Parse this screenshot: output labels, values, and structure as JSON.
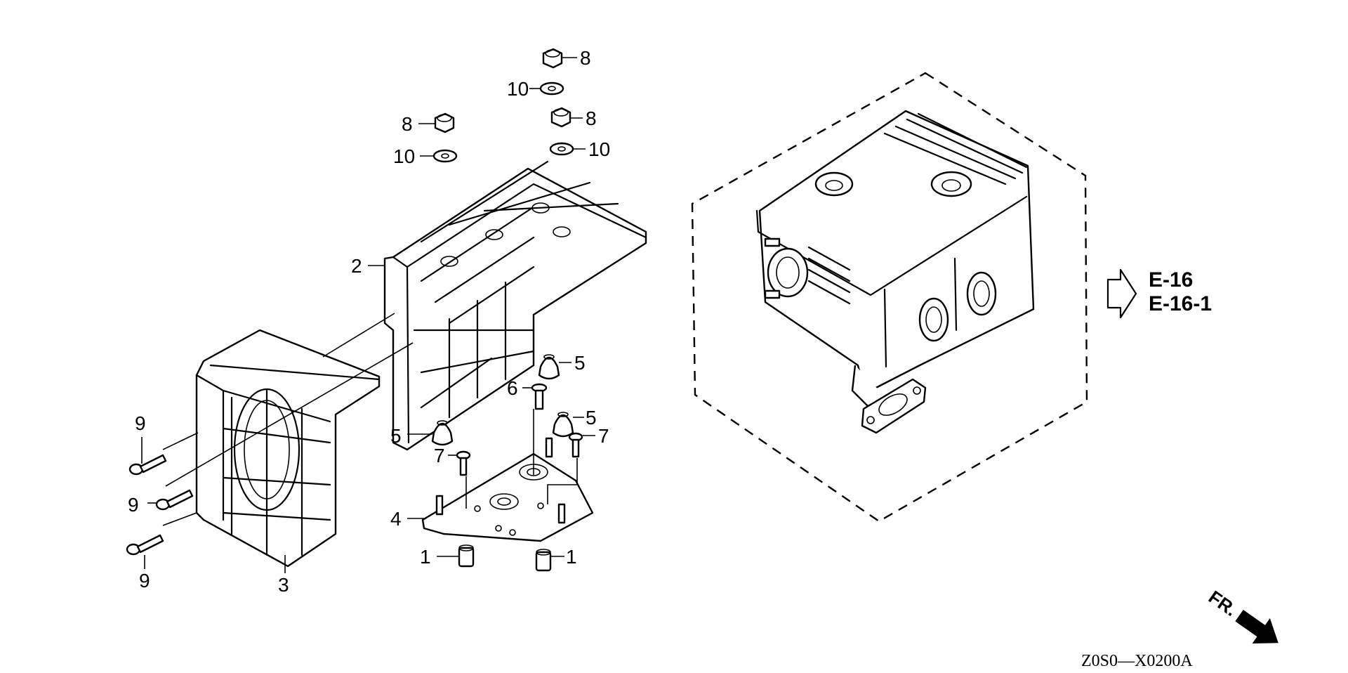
{
  "callouts": {
    "c1a": "1",
    "c1b": "1",
    "c2": "2",
    "c3": "3",
    "c4": "4",
    "c5a": "5",
    "c5b": "5",
    "c5c": "5",
    "c6": "6",
    "c7a": "7",
    "c7b": "7",
    "c8a": "8",
    "c8b": "8",
    "c8c": "8",
    "c9a": "9",
    "c9b": "9",
    "c9c": "9",
    "c10a": "10",
    "c10b": "10",
    "c10c": "10"
  },
  "references": {
    "ref1": "E-16",
    "ref2": "E-16-1"
  },
  "diagram_code": "Z0S0—X0200A",
  "front_indicator": "FR."
}
